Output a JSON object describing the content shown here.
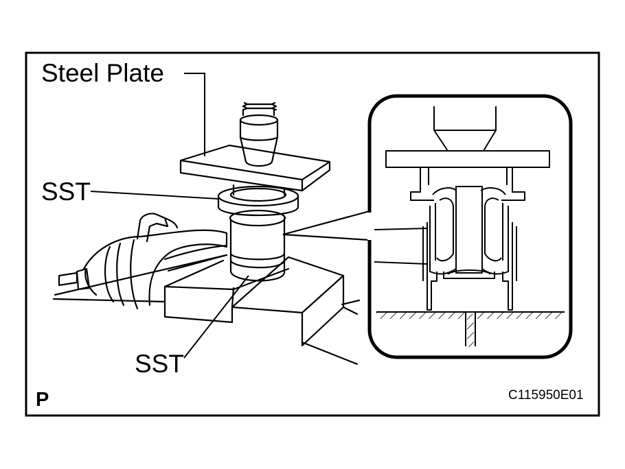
{
  "labels": {
    "steel_plate": "Steel Plate",
    "sst_upper": "SST",
    "sst_lower": "SST",
    "view_code": "P",
    "figure_code": "C115950E01"
  },
  "colors": {
    "ink": "#000000",
    "paper": "#ffffff"
  }
}
